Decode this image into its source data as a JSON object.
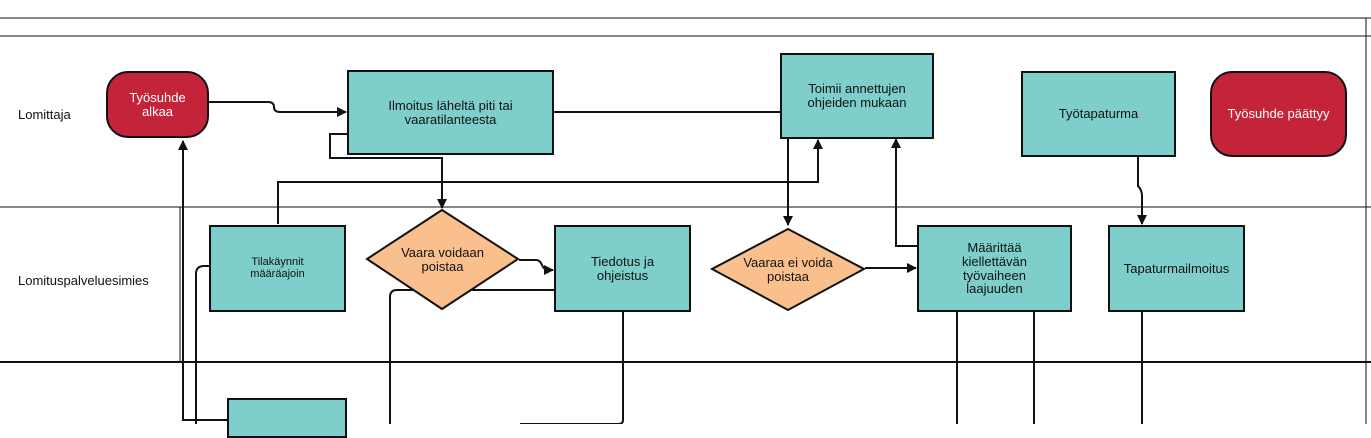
{
  "lanes": {
    "lane1": "Lomittaja",
    "lane2": "Lomituspalveluesimies"
  },
  "nodes": {
    "start": "Työsuhde alkaa",
    "report": "Ilmoitus läheltä piti tai vaaratilanteesta",
    "act": "Toimii annettujen ohjeiden mukaan",
    "accident": "Työtapaturma",
    "end": "Työsuhde päättyy",
    "visits": "Tilakäynnit määräajoin",
    "decision_yes": "Vaara voidaan poistaa",
    "inform": "Tiedotus ja ohjeistus",
    "decision_no": "Vaaraa ei voida poistaa",
    "determine": "Määrittää kiellettävän työvaiheen laajuuden",
    "accident_report": "Tapaturmailmoitus"
  },
  "colors": {
    "process_fill": "#7ecfcc",
    "terminal_fill": "#c4243a",
    "decision_fill": "#f9c08e",
    "line": "#111111"
  }
}
